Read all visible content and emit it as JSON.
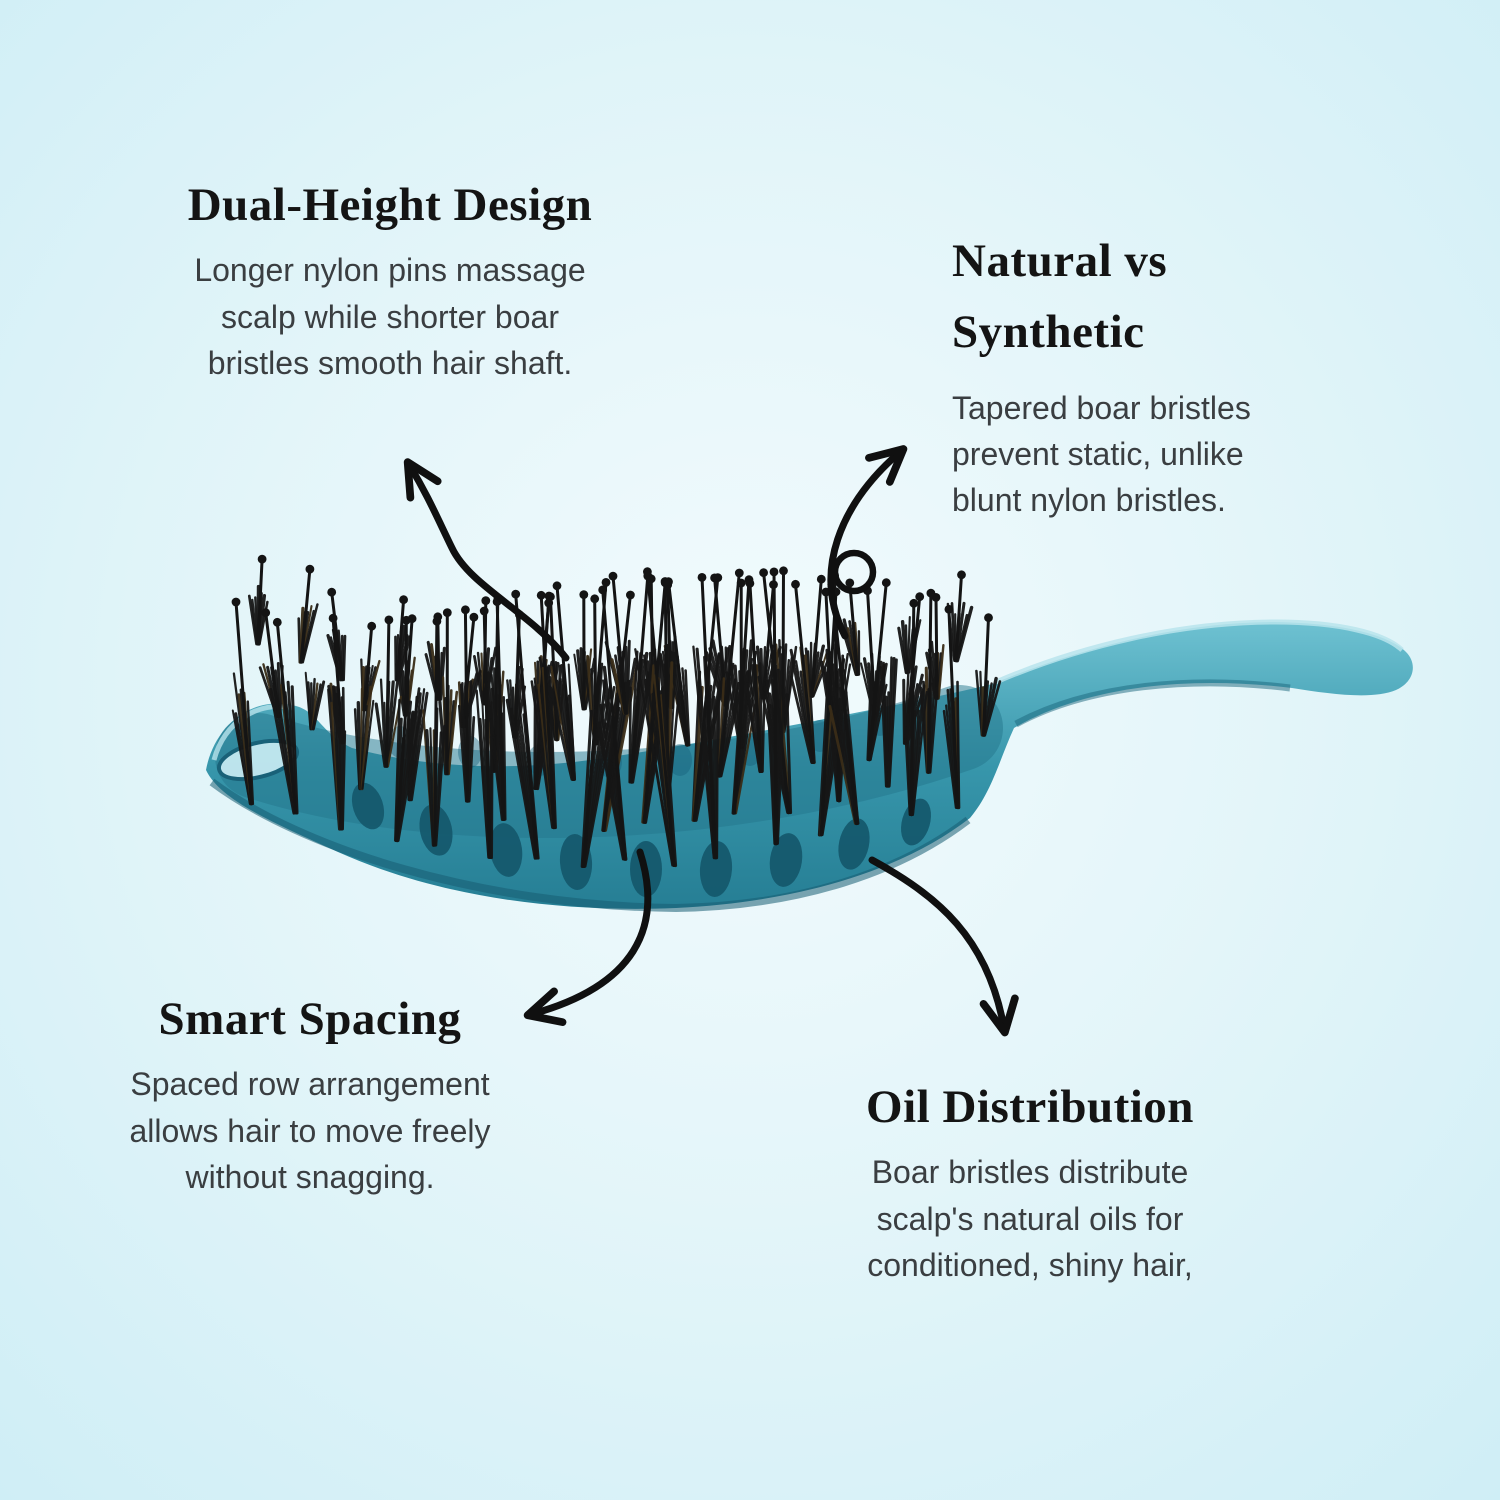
{
  "page": {
    "background_center": "#f2fbfd",
    "background_edge": "#cfeef6"
  },
  "callouts": {
    "dual_height": {
      "title": "Dual-Height Design",
      "lines": [
        "Longer nylon pins massage",
        "scalp while shorter boar",
        "bristles smooth hair shaft."
      ]
    },
    "natural_synthetic": {
      "title_line1": "Natural vs",
      "title_line2": "Synthetic",
      "lines": [
        "Tapered boar bristles",
        "prevent static, unlike",
        "blunt nylon bristles."
      ]
    },
    "smart_spacing": {
      "title": "Smart Spacing",
      "lines": [
        "Spaced row arrangement",
        "allows hair to move freely",
        "without snagging."
      ]
    },
    "oil_distribution": {
      "title": "Oil Distribution",
      "lines": [
        "Boar bristles distribute",
        "scalp's natural oils for",
        "conditioned, shiny hair,"
      ]
    }
  },
  "illustration": {
    "subject": "curved-vent-detangling-brush",
    "body_color": "#3b9cb1",
    "body_dark": "#1b6478",
    "bristle_color": "#161616",
    "pin_tip_color": "#141414",
    "arrow_color": "#101010"
  }
}
